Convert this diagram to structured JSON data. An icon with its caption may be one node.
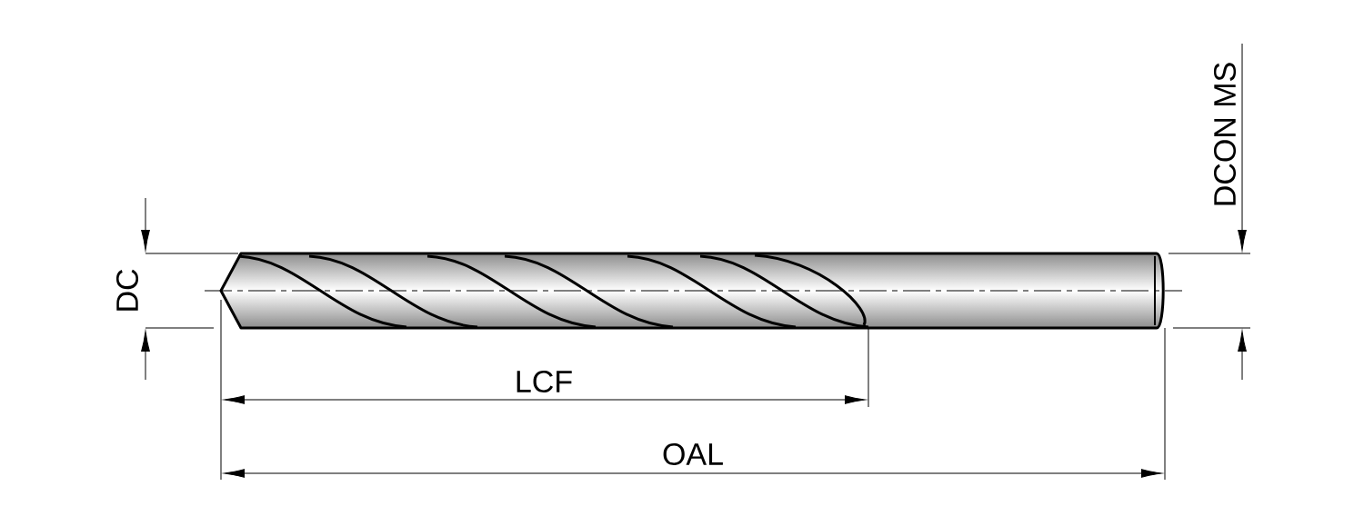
{
  "diagram": {
    "labels": [
      "DCON MS",
      "DC",
      "LCF",
      "OAL"
    ]
  }
}
